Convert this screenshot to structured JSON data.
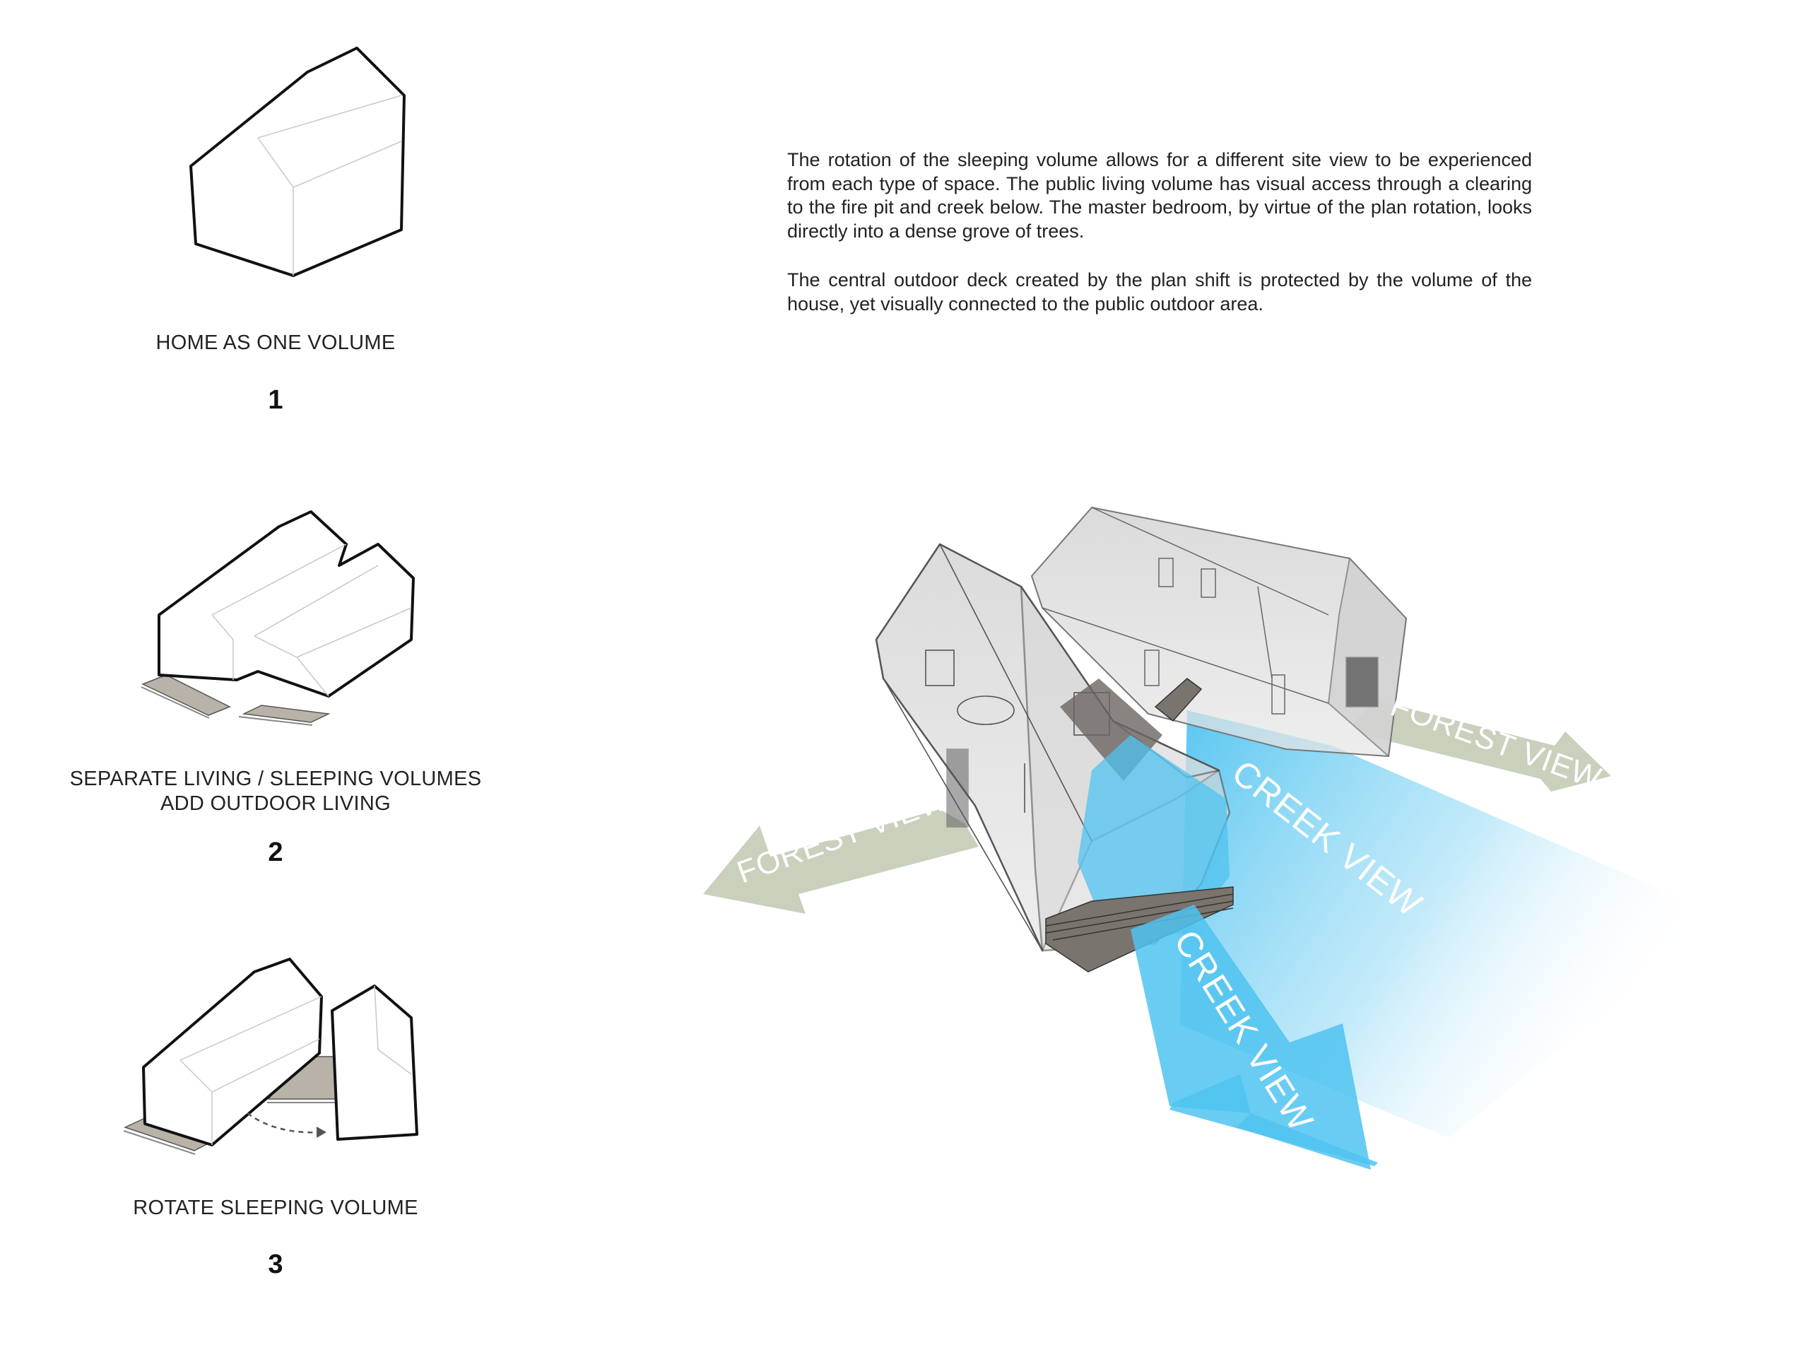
{
  "steps": [
    {
      "caption": "HOME AS ONE VOLUME",
      "number": "1"
    },
    {
      "caption_line1": "SEPARATE LIVING / SLEEPING VOLUMES",
      "caption_line2": "ADD OUTDOOR LIVING",
      "number": "2"
    },
    {
      "caption": "ROTATE SLEEPING VOLUME",
      "number": "3"
    }
  ],
  "description": {
    "paragraph1": "The rotation of the sleeping volume allows for a different site view to be experienced from each type of space.  The public living volume has visual access through a clearing to the fire pit and creek below.  The master bedroom, by virtue of the plan rotation, looks directly into a dense grove of trees.",
    "paragraph2": "The central outdoor deck created by the plan shift is protected by the volume of the house, yet visually connected to the public outdoor area."
  },
  "view_arrows": {
    "forest_right": "FOREST VIEW",
    "forest_left": "FOREST VIEW",
    "creek_upper": "CREEK VIEW",
    "creek_lower": "CREEK VIEW"
  },
  "colors": {
    "creek_blue": "#4fc3f0",
    "forest_green": "#c9d1bd",
    "deck_gray": "#b9b2a8",
    "outline": "#111111",
    "glass_gray": "#bcbcbc"
  }
}
